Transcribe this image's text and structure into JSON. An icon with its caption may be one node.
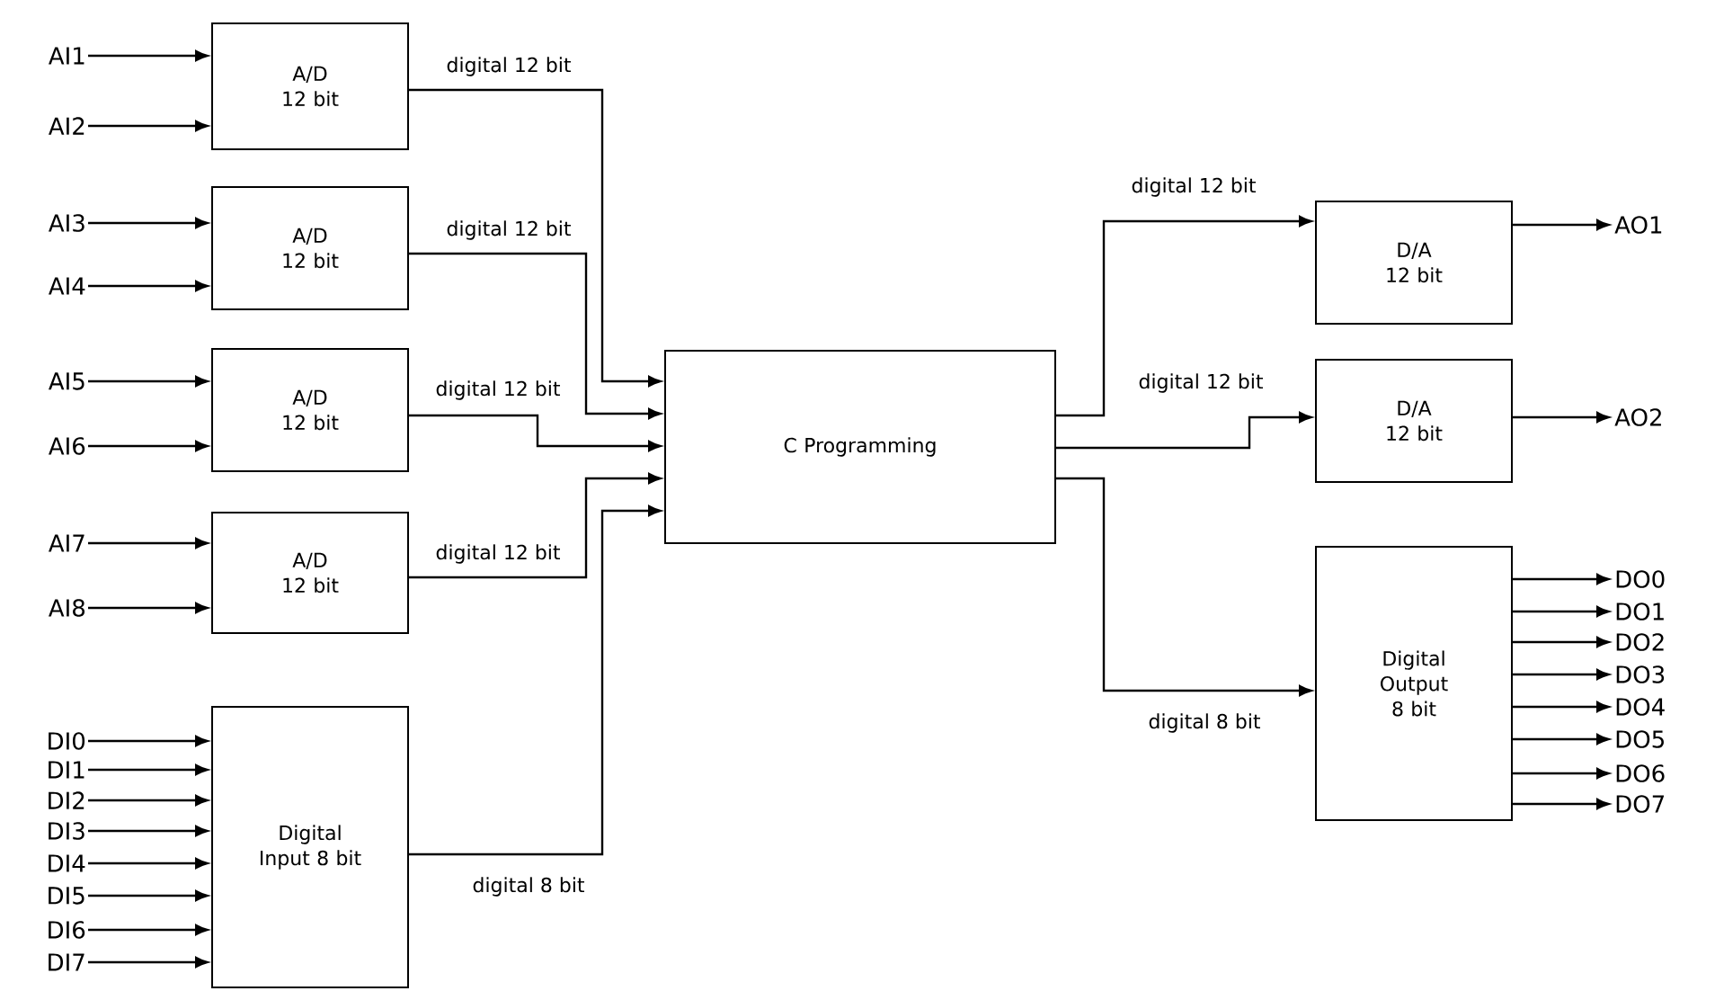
{
  "diagram": {
    "nodes": [
      {
        "text": [
          "AI1"
        ]
      },
      {
        "text": [
          "AI2"
        ]
      },
      {
        "text": [
          "A/D 12 bit"
        ]
      },
      {
        "text": [
          "AI3"
        ]
      },
      {
        "text": [
          "AI4"
        ]
      },
      {
        "text": [
          "A/D 12 bit"
        ]
      },
      {
        "text": [
          "AI5"
        ]
      },
      {
        "text": [
          "AI6"
        ]
      },
      {
        "text": [
          "A/D 12 bit"
        ]
      },
      {
        "text": [
          "AI7"
        ]
      },
      {
        "text": [
          "AI8"
        ]
      },
      {
        "text": [
          "A/D 12 bit"
        ]
      },
      {
        "text": [
          "DI0"
        ]
      },
      {
        "text": [
          "DI1"
        ]
      },
      {
        "text": [
          "DI2"
        ]
      },
      {
        "text": [
          "DI3"
        ]
      },
      {
        "text": [
          "DI4"
        ]
      },
      {
        "text": [
          "DI5"
        ]
      },
      {
        "text": [
          "DI6"
        ]
      },
      {
        "text": [
          "DI7"
        ]
      },
      {
        "text": [
          "Digital Input 8 bit"
        ]
      },
      {
        "text": [
          "C Programming"
        ]
      },
      {
        "text": [
          "D/A 12 bit"
        ]
      },
      {
        "text": [
          "AO1"
        ]
      },
      {
        "text": [
          "D/A 12 bit"
        ]
      },
      {
        "text": [
          "AO2"
        ]
      },
      {
        "text": [
          "Digital Output 8 bit"
        ]
      },
      {
        "text": [
          "DO0"
        ]
      },
      {
        "text": [
          "DO1"
        ]
      },
      {
        "text": [
          "DO2"
        ]
      },
      {
        "text": [
          "DO3"
        ]
      },
      {
        "text": [
          "DO4"
        ]
      },
      {
        "text": [
          "DO5"
        ]
      },
      {
        "text": [
          "DO6"
        ]
      },
      {
        "text": [
          "DO7"
        ]
      }
    ],
    "edges": [
      {
        "from": 0,
        "to": 2,
        "arrow": "to"
      },
      {
        "from": 1,
        "to": 2,
        "arrow": "to"
      },
      {
        "from": 3,
        "to": 5,
        "arrow": "to"
      },
      {
        "from": 4,
        "to": 5,
        "arrow": "to"
      },
      {
        "from": 6,
        "to": 8,
        "arrow": "to"
      },
      {
        "from": 7,
        "to": 8,
        "arrow": "to"
      },
      {
        "from": 9,
        "to": 11,
        "arrow": "to"
      },
      {
        "from": 10,
        "to": 11,
        "arrow": "to"
      },
      {
        "from": 12,
        "to": 20,
        "arrow": "to"
      },
      {
        "from": 13,
        "to": 20,
        "arrow": "to"
      },
      {
        "from": 14,
        "to": 20,
        "arrow": "to"
      },
      {
        "from": 15,
        "to": 20,
        "arrow": "to"
      },
      {
        "from": 16,
        "to": 20,
        "arrow": "to"
      },
      {
        "from": 17,
        "to": 20,
        "arrow": "to"
      },
      {
        "from": 18,
        "to": 20,
        "arrow": "to"
      },
      {
        "from": 19,
        "to": 20,
        "arrow": "to"
      },
      {
        "from": 2,
        "to": 21,
        "arrow": "to",
        "label": "digital 12 bit"
      },
      {
        "from": 5,
        "to": 21,
        "arrow": "to",
        "label": "digital 12 bit"
      },
      {
        "from": 8,
        "to": 21,
        "arrow": "to",
        "label": "digital 12 bit"
      },
      {
        "from": 11,
        "to": 21,
        "arrow": "to",
        "label": "digital 12 bit"
      },
      {
        "from": 20,
        "to": 21,
        "arrow": "to",
        "label": "digital 8 bit"
      },
      {
        "from": 21,
        "to": 22,
        "arrow": "to",
        "label": "digital 12 bit"
      },
      {
        "from": 21,
        "to": 24,
        "arrow": "to",
        "label": "digital 12 bit"
      },
      {
        "from": 21,
        "to": 26,
        "arrow": "to",
        "label": "digital 8 bit"
      },
      {
        "from": 22,
        "to": 23,
        "arrow": "to"
      },
      {
        "from": 24,
        "to": 25,
        "arrow": "to"
      },
      {
        "from": 26,
        "to": 27,
        "arrow": "to"
      },
      {
        "from": 26,
        "to": 28,
        "arrow": "to"
      },
      {
        "from": 26,
        "to": 29,
        "arrow": "to"
      },
      {
        "from": 26,
        "to": 30,
        "arrow": "to"
      },
      {
        "from": 26,
        "to": 31,
        "arrow": "to"
      },
      {
        "from": 26,
        "to": 32,
        "arrow": "to"
      },
      {
        "from": 26,
        "to": 33,
        "arrow": "to"
      },
      {
        "from": 26,
        "to": 34,
        "arrow": "to"
      }
    ]
  }
}
